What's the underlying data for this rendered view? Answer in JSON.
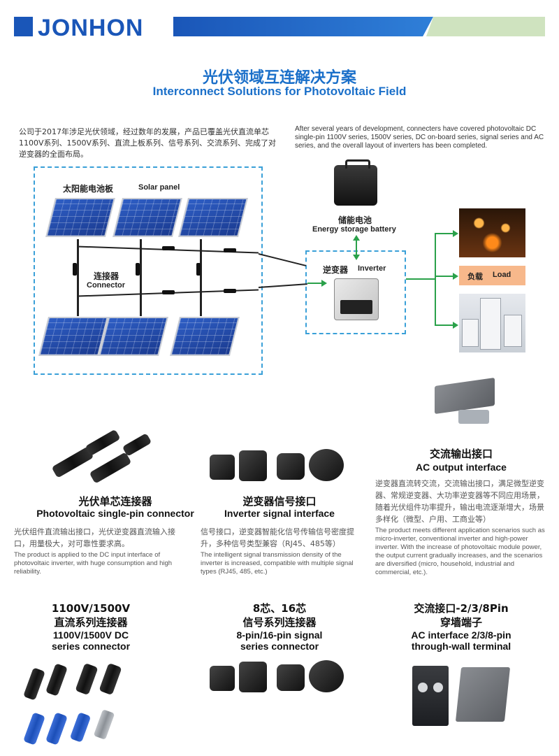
{
  "brand": {
    "name": "JONHON"
  },
  "title": {
    "cn": "光伏领域互连解决方案",
    "en": "Interconnect Solutions for Photovoltaic Field"
  },
  "intro": {
    "cn": "公司于2017年涉足光伏领域，经过数年的发展，产品已覆盖光伏直流单芯1100V系列、1500V系列、直流上板系列、信号系列、交流系列、完成了对逆变器的全面布局。",
    "en": "After several years of development, connecters have covered photovoltaic DC single-pin 1100V series, 1500V series, DC on-board series, signal series and AC series, and the overall layout of inverters has been completed."
  },
  "diagram": {
    "solar_cn": "太阳能电池板",
    "solar_en": "Solar panel",
    "connector_cn": "连接器",
    "connector_en": "Connector",
    "battery_cn": "储能电池",
    "battery_en": "Energy storage battery",
    "inverter_cn": "逆变器",
    "inverter_en": "Inverter",
    "load_cn": "负载",
    "load_en": "Load",
    "colors": {
      "dash": "#3aa0d8",
      "arrow": "#2aa14a",
      "load": "#f7b88b"
    }
  },
  "products": {
    "single_pin": {
      "title_cn": "光伏单芯连接器",
      "title_en": "Photovoltaic single-pin connector",
      "body_cn": "光伏组件直流输出接口，光伏逆变器直流输入接口，用量极大，对可靠性要求高。",
      "body_en": "The product is applied to the DC input interface of photovoltaic inverter, with huge consumption and high reliability."
    },
    "signal": {
      "title_cn": "逆变器信号接口",
      "title_en": "Inverter signal interface",
      "body_cn": "信号接口，逆变器智能化信号传输信号密度提升，多种信号类型兼容（RJ45、485等）",
      "body_en": "The intelligent signal transmission density of the inverter is increased, compatible with multiple signal types (RJ45, 485, etc.)"
    },
    "ac_output": {
      "title_cn": "交流输出接口",
      "title_en": "AC output interface",
      "body_cn": "逆变器直流转交流，交流输出接口，满足微型逆变器、常规逆变器、大功率逆变器等不同应用场景，随着光伏组件功率提升，输出电流逐渐增大，场景多样化（微型、户用、工商业等）",
      "body_en": "The product meets different application scenarios such as micro-inverter, conventional inverter and high-power inverter. With the increase of photovoltaic module power, the output current gradually increases, and the scenarios are diversified (micro, household, industrial and commercial, etc.)."
    }
  },
  "series": {
    "dc": {
      "line1_cn": "1100V/1500V",
      "line2_cn": "直流系列连接器",
      "line1_en": "1100V/1500V  DC",
      "line2_en": "series connector"
    },
    "signal": {
      "line1_cn": "8芯、16芯",
      "line2_cn": "信号系列连接器",
      "line1_en": "8-pin/16-pin signal",
      "line2_en": "series connector"
    },
    "ac": {
      "line1_cn": "交流接口-2/3/8Pin",
      "line2_cn": "穿墙端子",
      "line1_en": "AC interface 2/3/8-pin",
      "line2_en": "through-wall terminal"
    }
  }
}
